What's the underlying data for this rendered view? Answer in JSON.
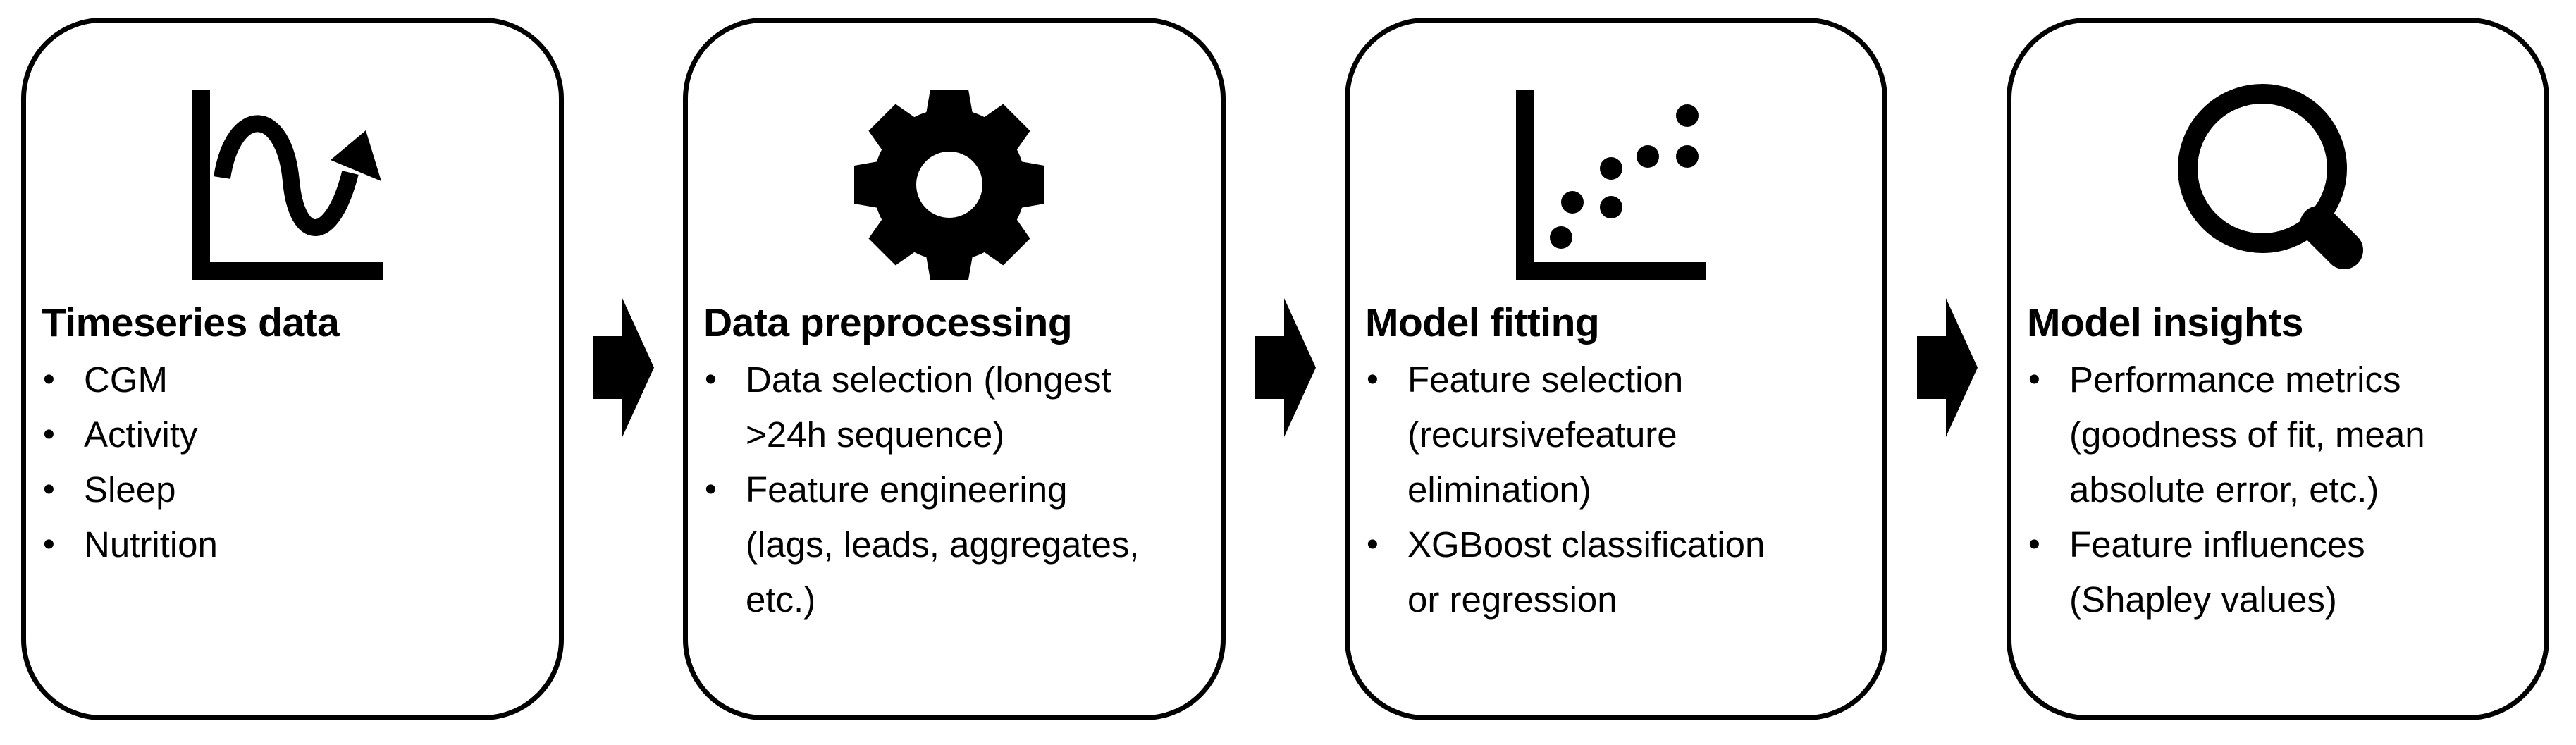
{
  "diagram": {
    "type": "pipeline-flow",
    "colors": {
      "foreground": "#000000",
      "background": "#ffffff"
    },
    "connector_icon": "block-arrow-right-icon",
    "steps": [
      {
        "title": "Timeseries data",
        "icon": "timeseries-chart-icon",
        "bullets": [
          "CGM",
          "Activity",
          "Sleep",
          "Nutrition"
        ]
      },
      {
        "title": "Data preprocessing",
        "icon": "gear-icon",
        "bullets": [
          "Data selection (longest\n>24h sequence)",
          "Feature engineering\n(lags, leads, aggregates,\netc.)"
        ]
      },
      {
        "title": "Model fitting",
        "icon": "scatter-plot-icon",
        "bullets": [
          "Feature selection\n(recursivefeature\nelimination)",
          "XGBoost classification\nor regression"
        ]
      },
      {
        "title": "Model insights",
        "icon": "magnifying-glass-icon",
        "bullets": [
          "Performance metrics\n(goodness of fit, mean\nabsolute error, etc.)",
          "Feature influences\n(Shapley values)"
        ]
      }
    ]
  }
}
